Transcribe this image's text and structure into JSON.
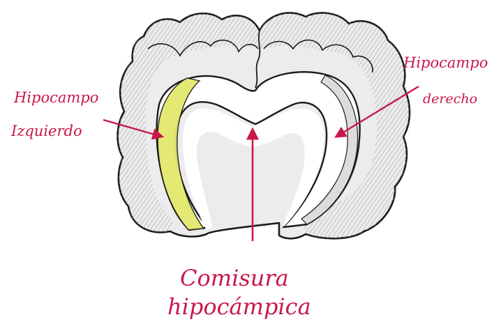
{
  "colors": {
    "ink": "#1a1a1a",
    "annotation": "#c8184a",
    "hippocampus_fill": "#e3e86c",
    "grid": "#b9c1c9",
    "cortex_shade": "#a7aaad"
  },
  "labels": {
    "left_line1": "Hipocampo",
    "left_line2": "Izquierdo",
    "right_line1": "Hipocampo",
    "right_line2": "derecho",
    "bottom_line1": "Comisura",
    "bottom_line2": "hipocámpica"
  },
  "icons": {
    "arrow_left": "arrow-to-left-hippocampus",
    "arrow_right": "arrow-to-right-hippocampus",
    "arrow_bottom": "arrow-to-commissure"
  }
}
